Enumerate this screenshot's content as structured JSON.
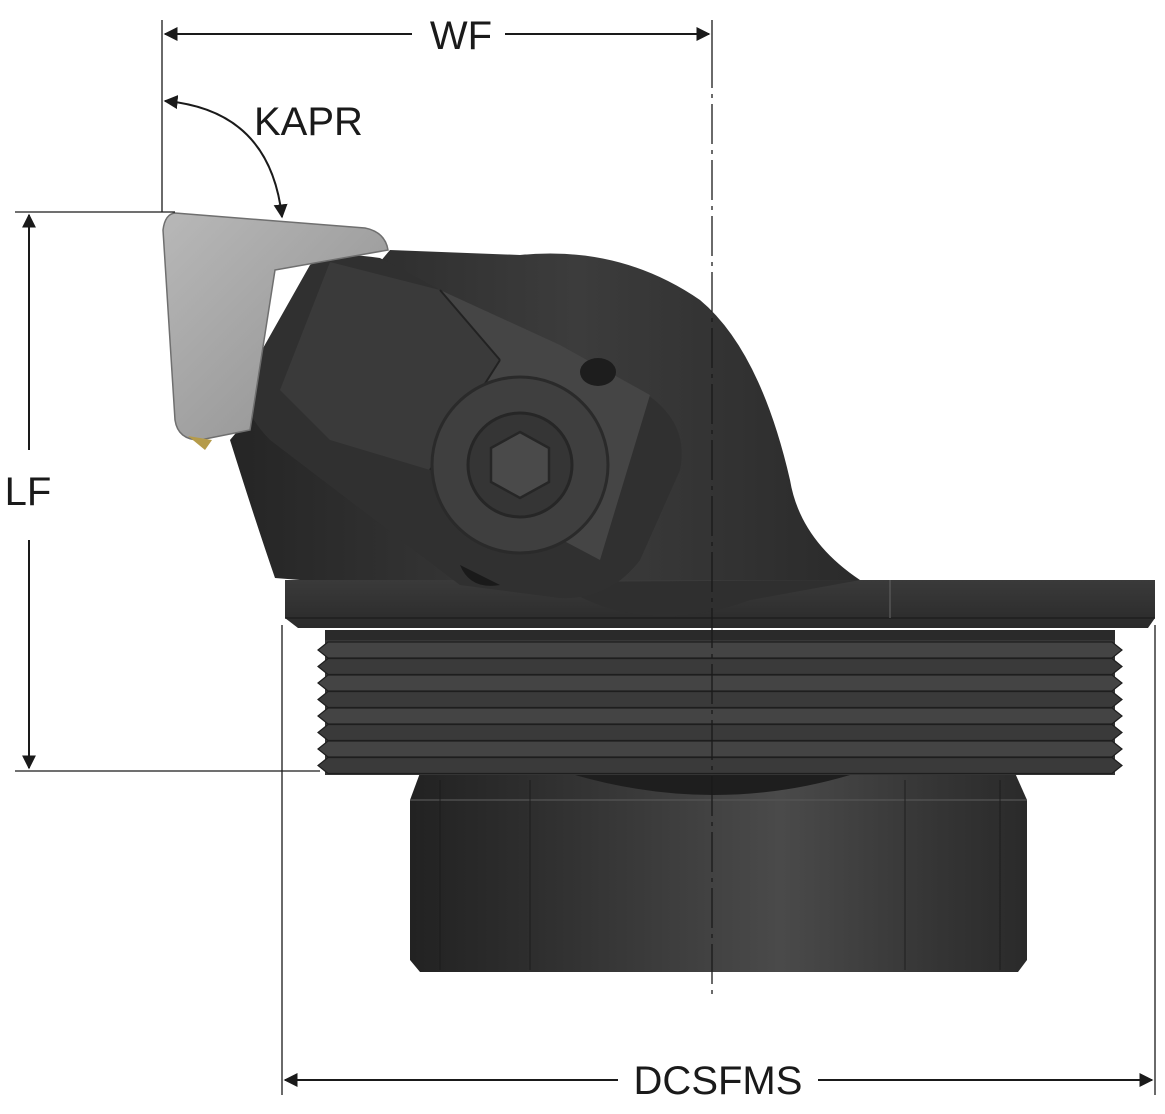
{
  "labels": {
    "wf": "WF",
    "kapr": "KAPR",
    "lf": "LF",
    "dcsfms": "DCSFMS"
  },
  "colors": {
    "line": "#1a1a1a",
    "insert": "#a9a9a9",
    "body_dark": "#2c2c2c",
    "body_mid": "#3a3a3a",
    "body_light": "#4a4a4a",
    "thread": "#3d3d3d"
  },
  "icons": {
    "screw": "hex-socket-screw-icon"
  }
}
